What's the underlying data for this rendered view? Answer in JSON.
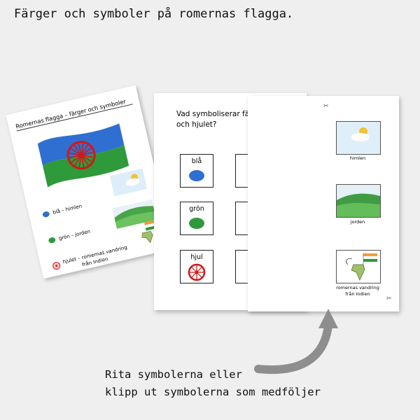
{
  "header": {
    "title": "Färger och symboler på romernas flagga."
  },
  "sheet1": {
    "title": "Romernas flagga – färger och symboler",
    "legend": {
      "blue": "blå – himlen",
      "green": "grön – jorden",
      "wheel_line1": "hjulet – romernas vandring",
      "wheel_line2": "från Indien"
    }
  },
  "sheet2": {
    "question_line1": "Vad symboliserar färgerna",
    "question_line2": "och hjulet?",
    "rows": [
      {
        "label": "blå"
      },
      {
        "label": "grön"
      },
      {
        "label": "hjul"
      }
    ]
  },
  "sheet3": {
    "cards": [
      {
        "label": "himlen"
      },
      {
        "label": "jorden"
      },
      {
        "label_line1": "romernas vandring",
        "label_line2": "från Indien"
      }
    ]
  },
  "caption": {
    "line1": "Rita symbolerna eller",
    "line2": "klipp ut symbolerna som medföljer"
  },
  "colors": {
    "flag_blue": "#2f6fd1",
    "flag_green": "#2e9a3a",
    "wheel_red": "#d01818",
    "arrow_gray": "#8e8e8e"
  }
}
